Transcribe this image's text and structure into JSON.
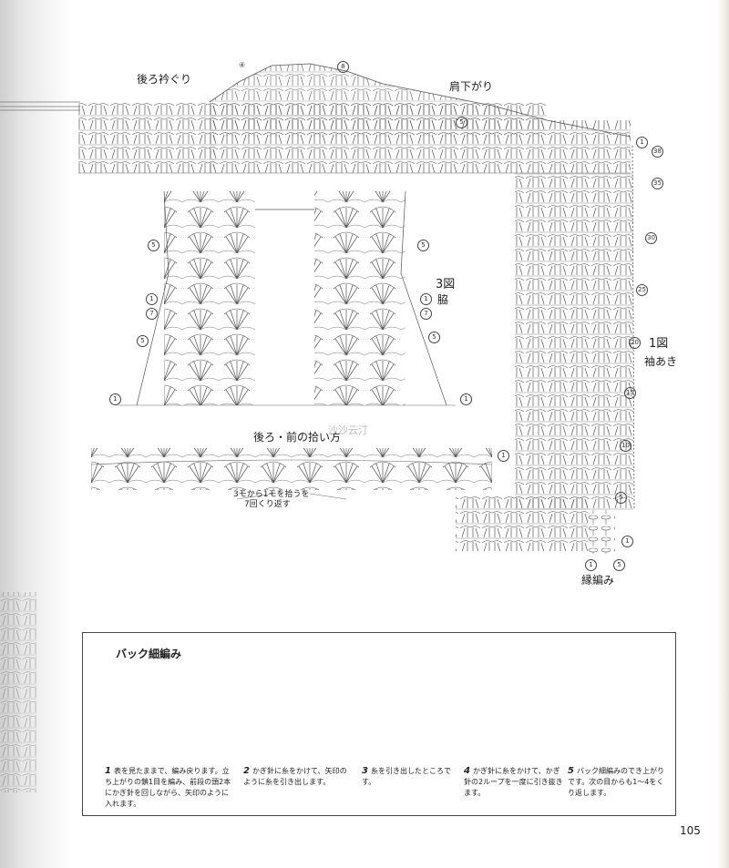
{
  "labels": {
    "back_neckline": "後ろ衿ぐり",
    "shoulder_slope": "肩下がり",
    "figure3": "3図",
    "side": "脇",
    "figure1": "1図",
    "armhole": "袖あき",
    "pickup_title": "後ろ・前の拾い方",
    "pickup_note_line1": "3モから1モを拾うを",
    "pickup_note_line2": "7回くり返す",
    "edging": "縁編み"
  },
  "watermark": "沙沙云汀",
  "row_markers": {
    "neck_left": "4",
    "neck_right": "8",
    "shoulder": "5",
    "fig1_rows": [
      "1",
      "38",
      "35",
      "30",
      "25",
      "20",
      "15",
      "10",
      "5",
      "1"
    ],
    "side_left": [
      "5",
      "1",
      "7",
      "5",
      "1"
    ],
    "side_right": [
      "5",
      "1",
      "7",
      "5",
      "1"
    ],
    "pickup_right": "1",
    "edging_left": "1",
    "edging_right": "5"
  },
  "instructions": {
    "title": "バック細編み",
    "steps": [
      {
        "num": "1",
        "text": "表を見たままで、編み戻ります。立ち上がりの鎖1目を編み、前段の頭2本にかぎ針を回しながら、矢印のように入れます。"
      },
      {
        "num": "2",
        "text": "かぎ針に糸をかけて、矢印のように糸を引き出します。"
      },
      {
        "num": "3",
        "text": "糸を引き出したところです。"
      },
      {
        "num": "4",
        "text": "かぎ針に糸をかけて、かぎ針の2ループを一度に引き抜きます。"
      },
      {
        "num": "5",
        "text": "バック細編みのでき上がりです。次の目からも1〜4をくり返します。"
      }
    ]
  },
  "page_number": "105"
}
